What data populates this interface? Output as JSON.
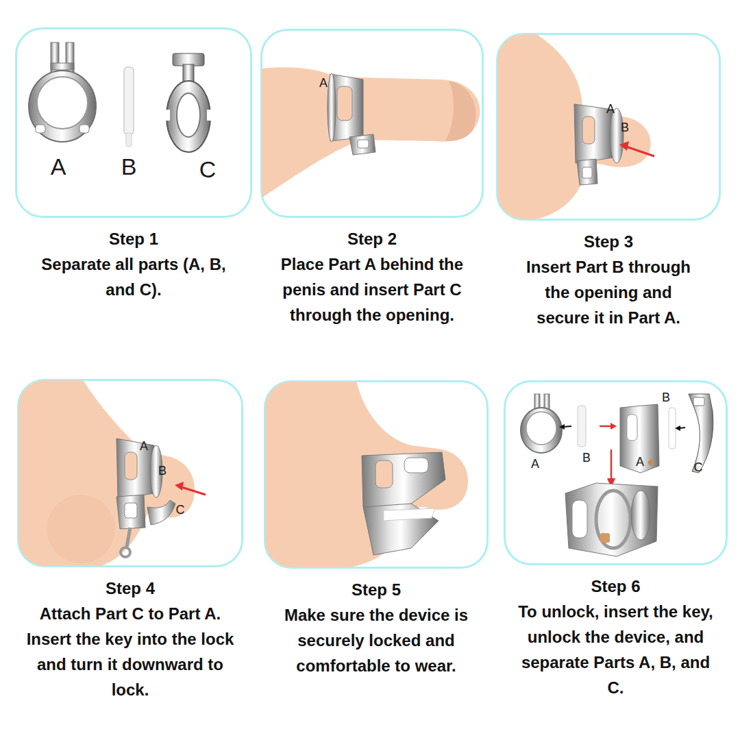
{
  "diagram": {
    "nodes": [
      {
        "text": [
          "Step 1",
          "Separate all parts (A, B, and C)."
        ]
      },
      {
        "text": [
          "Step 2",
          "Place Part A behind the penis and insert Part C through the opening."
        ]
      },
      {
        "text": [
          "Step 3",
          "Insert Part B through the opening and secure it in Part A."
        ]
      },
      {
        "text": [
          "Step 4",
          "Attach Part C to Part A. Insert the key into the lock and turn it downward to lock."
        ]
      },
      {
        "text": [
          "Step 5",
          "Make sure the device is securely locked and comfortable to wear."
        ]
      },
      {
        "text": [
          "Step 6",
          "To unlock, insert the key, unlock the device, and separate Parts A, B, and C."
        ]
      }
    ],
    "labels": [
      "A",
      "B",
      "C",
      "A",
      "A",
      "B",
      "A",
      "B",
      "C",
      "B",
      "A",
      "B",
      "A",
      "C"
    ]
  }
}
